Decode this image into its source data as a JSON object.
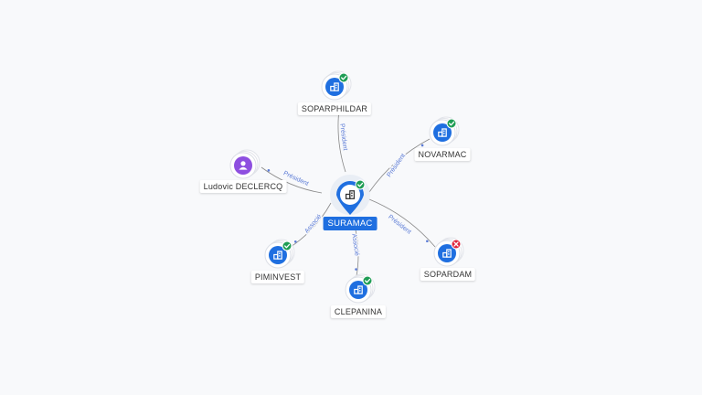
{
  "colors": {
    "company": "#1f6fe0",
    "person": "#8e4fe0",
    "active": "#1f9d55",
    "inactive": "#e0243c",
    "edge": "#888888",
    "edge_label": "#5b7bd6"
  },
  "center": {
    "label": "SURAMAC",
    "status": "active",
    "icon": "building-icon"
  },
  "nodes": [
    {
      "id": "soparphildar",
      "label": "SOPARPHILDAR",
      "type": "company",
      "status": "active",
      "icon": "building-icon",
      "edge_label": "Président"
    },
    {
      "id": "novarmac",
      "label": "NOVARMAC",
      "type": "company",
      "status": "active",
      "icon": "building-icon",
      "edge_label": "Président"
    },
    {
      "id": "ludovic",
      "label": "Ludovic DECLERCQ",
      "type": "person",
      "status": "none",
      "icon": "person-icon",
      "edge_label": "Président"
    },
    {
      "id": "sopardam",
      "label": "SOPARDAM",
      "type": "company",
      "status": "inactive",
      "icon": "building-icon",
      "edge_label": "Président"
    },
    {
      "id": "piminvest",
      "label": "PIMINVEST",
      "type": "company",
      "status": "active",
      "icon": "building-icon",
      "edge_label": "Associé"
    },
    {
      "id": "clepanina",
      "label": "CLEPANINA",
      "type": "company",
      "status": "active",
      "icon": "building-icon",
      "edge_label": "Associé"
    }
  ]
}
